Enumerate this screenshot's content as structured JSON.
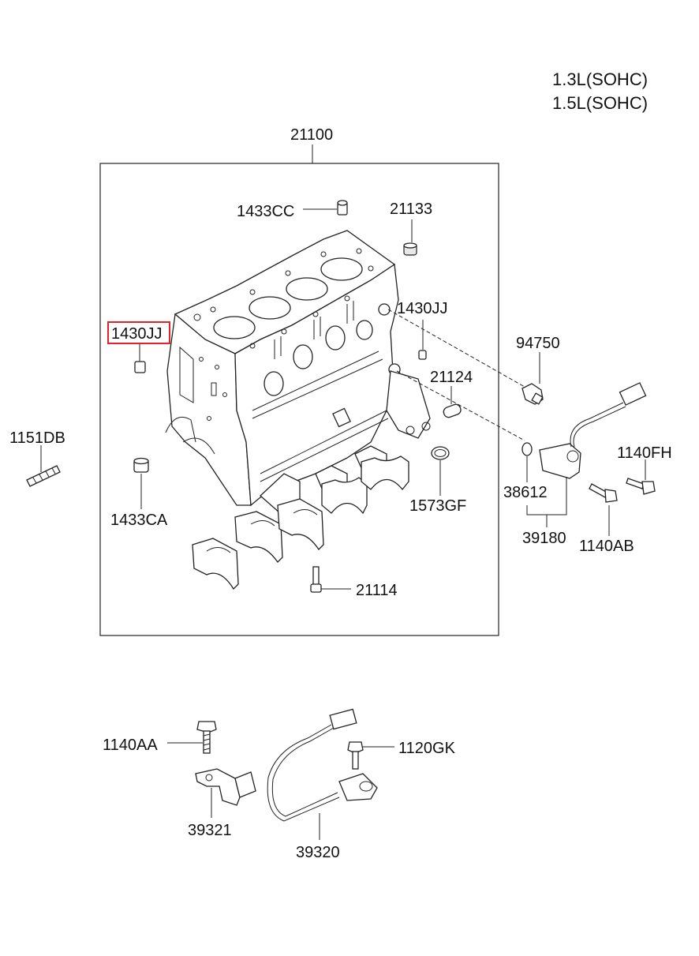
{
  "engine_variants": [
    "1.3L(SOHC)",
    "1.5L(SOHC)"
  ],
  "labels": {
    "p21100": "21100",
    "p1433CC": "1433CC",
    "p21133": "21133",
    "p1430JJ_right": "1430JJ",
    "p1430JJ_left": "1430JJ",
    "p94750": "94750",
    "p21124": "21124",
    "p1151DB": "1151DB",
    "p1140FH": "1140FH",
    "p38612": "38612",
    "p1573GF": "1573GF",
    "p1433CA": "1433CA",
    "p39180": "39180",
    "p1140AB": "1140AB",
    "p21114": "21114",
    "p1140AA": "1140AA",
    "p1120GK": "1120GK",
    "p39321": "39321",
    "p39320": "39320"
  },
  "highlight_color": "#e8202a"
}
